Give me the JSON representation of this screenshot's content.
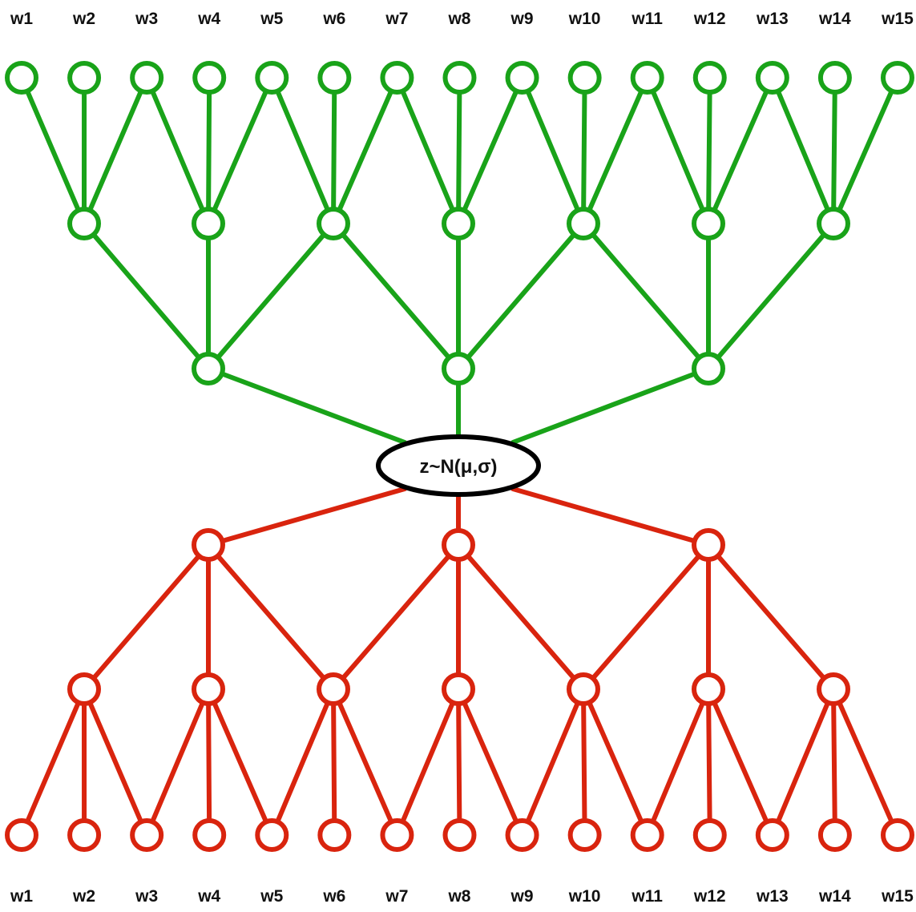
{
  "diagram": {
    "top_labels": [
      "w1",
      "w2",
      "w3",
      "w4",
      "w5",
      "w6",
      "w7",
      "w8",
      "w9",
      "w10",
      "w11",
      "w12",
      "w13",
      "w14",
      "w15"
    ],
    "bottom_labels": [
      "w1",
      "w2",
      "w3",
      "w4",
      "w5",
      "w6",
      "w7",
      "w8",
      "w9",
      "w10",
      "w11",
      "w12",
      "w13",
      "w14",
      "w15"
    ],
    "center_node_label": "z~N(μ,σ)",
    "colors": {
      "encoder": "#19a319",
      "decoder": "#d9240e",
      "center": "#000000"
    }
  }
}
